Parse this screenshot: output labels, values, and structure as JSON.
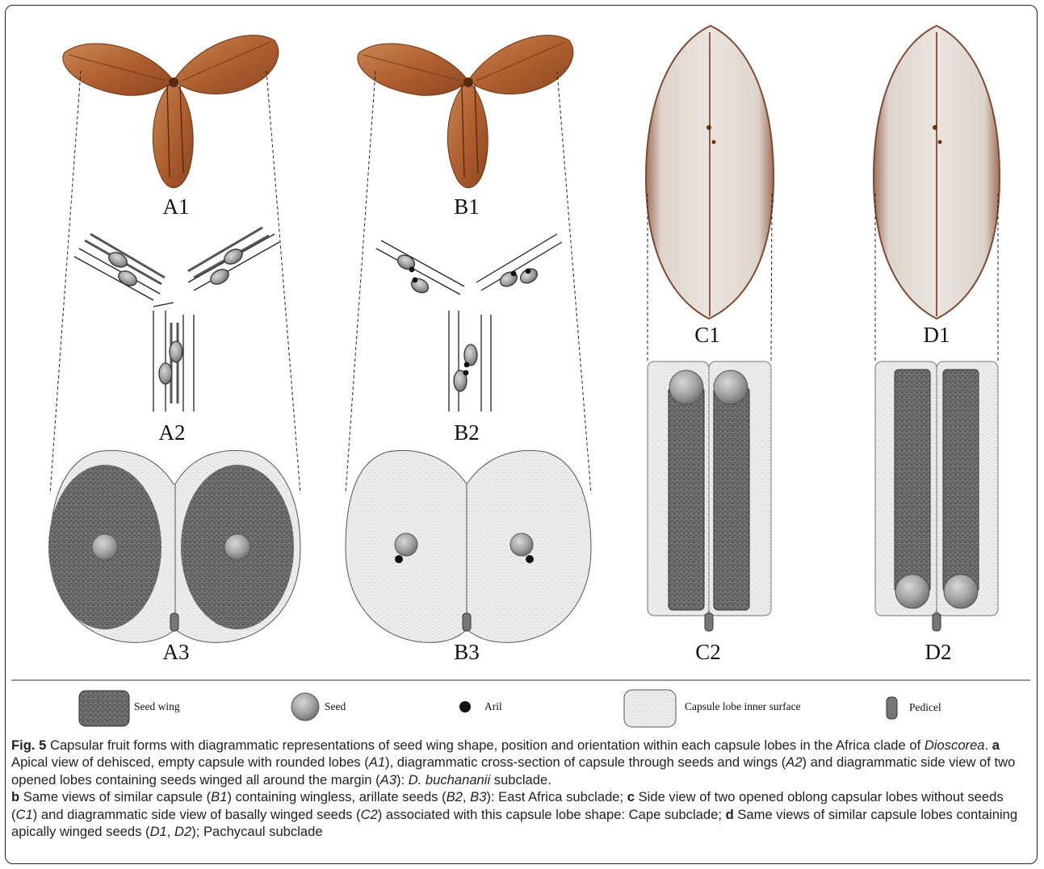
{
  "panels": {
    "A1": "A1",
    "B1": "B1",
    "C1": "C1",
    "D1": "D1",
    "A2": "A2",
    "B2": "B2",
    "A3": "A3",
    "B3": "B3",
    "C2": "C2",
    "D2": "D2"
  },
  "legend": {
    "seed_wing": "Seed wing",
    "seed": "Seed",
    "aril": "Aril",
    "capsule_lobe_inner_surface": "Capsule lobe inner surface",
    "pedicel": "Pedicel"
  },
  "colors": {
    "seed_wing_fill": "#707070",
    "seed_fill": "#9a9a9a",
    "aril_fill": "#111111",
    "capsule_inner_fill": "#ececec",
    "capsule_brown": "#b8693a",
    "oblong_lobe": "#e3dcd6"
  },
  "caption": {
    "fig_label": "Fig. 5",
    "intro": " Capsular fruit forms with diagrammatic representations of seed wing shape, position and orientation within each capsule lobes in the Africa clade of ",
    "genus": "Dioscorea",
    "a_letter": "a",
    "a_text_1": " Apical view of dehisced, empty capsule with rounded lobes (",
    "a_ref1": "A1",
    "a_text_2": "), diagrammatic cross-section of capsule through seeds and wings (",
    "a_ref2": "A2",
    "a_text_3": ") and diagrammatic side view of two opened lobes containing seeds winged all around the margin (",
    "a_ref3": "A3",
    "a_text_4": "): ",
    "a_species": "D. buchananii",
    "a_text_5": " subclade.",
    "b_letter": "b",
    "b_text_1": " Same views of similar capsule (",
    "b_ref1": "B1",
    "b_text_2": ") containing wingless, arillate seeds (",
    "b_ref2": "B2",
    "b_sep": ", ",
    "b_ref3": "B3",
    "b_text_3": "): East Africa subclade; ",
    "c_letter": "c",
    "c_text_1": " Side view of two opened oblong capsular lobes without seeds (",
    "c_ref1": "C1",
    "c_text_2": ") and diagrammatic side view of basally winged seeds (",
    "c_ref2": "C2",
    "c_text_3": ") associated with this capsule lobe shape: Cape subclade; ",
    "d_letter": "d",
    "d_text_1": " Same views of similar capsule lobes containing apically winged seeds (",
    "d_ref1": "D1",
    "d_sep": ", ",
    "d_ref2": "D2",
    "d_text_2": "); Pachycaul subclade"
  }
}
